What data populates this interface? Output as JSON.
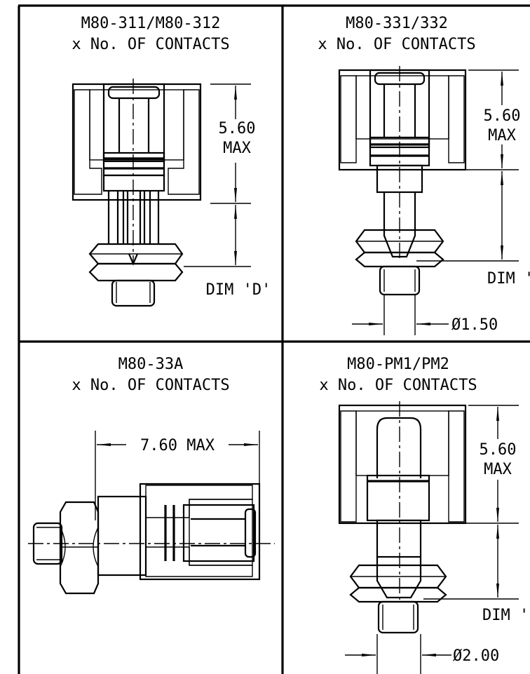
{
  "panels": [
    {
      "title": "M80-311/M80-312",
      "subtitle": "x No. OF CONTACTS",
      "dims": {
        "height_value": "5.60",
        "height_unit": "MAX",
        "dim_label": "DIM 'D'"
      }
    },
    {
      "title": "M80-331/332",
      "subtitle": "x No. OF CONTACTS",
      "dims": {
        "height_value": "5.60",
        "height_unit": "MAX",
        "dim_label": "DIM 'E",
        "diameter": "Ø1.50"
      }
    },
    {
      "title": "M80-33A",
      "subtitle": "x No. OF CONTACTS",
      "dims": {
        "length": "7.60 MAX"
      }
    },
    {
      "title": "M80-PM1/PM2",
      "subtitle": "x No. OF CONTACTS",
      "dims": {
        "height_value": "5.60",
        "height_unit": "MAX",
        "dim_label": "DIM 'F'",
        "diameter": "Ø2.00"
      }
    }
  ]
}
